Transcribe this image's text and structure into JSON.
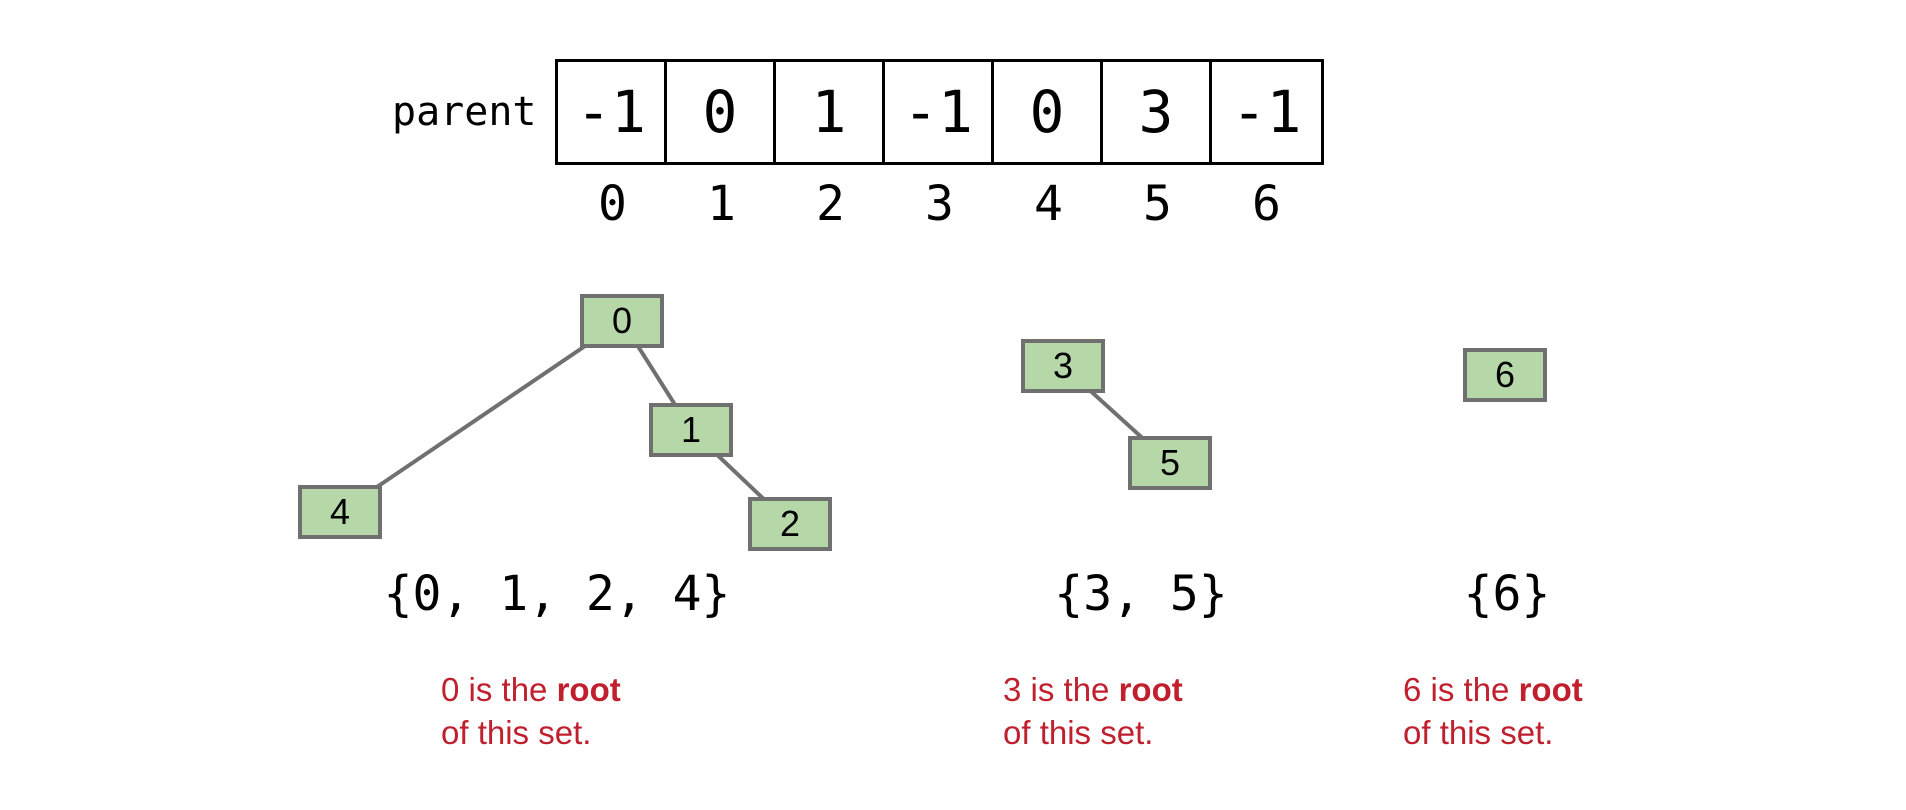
{
  "array": {
    "label": "parent",
    "values": [
      "-1",
      "0",
      "1",
      "-1",
      "0",
      "3",
      "-1"
    ],
    "indices": [
      "0",
      "1",
      "2",
      "3",
      "4",
      "5",
      "6"
    ]
  },
  "forest": {
    "nodes": [
      {
        "label": "0"
      },
      {
        "label": "1"
      },
      {
        "label": "2"
      },
      {
        "label": "3"
      },
      {
        "label": "4"
      },
      {
        "label": "5"
      },
      {
        "label": "6"
      }
    ],
    "edges": [
      [
        "0",
        "4"
      ],
      [
        "0",
        "1"
      ],
      [
        "1",
        "2"
      ],
      [
        "3",
        "5"
      ]
    ]
  },
  "sets": [
    {
      "label": "{0, 1, 2, 4}",
      "caption": {
        "prefix": "0 is the ",
        "bold": "root",
        "line2": "of this set."
      }
    },
    {
      "label": "{3, 5}",
      "caption": {
        "prefix": "3 is the ",
        "bold": "root",
        "line2": "of this set."
      }
    },
    {
      "label": "{6}",
      "caption": {
        "prefix": "6 is the ",
        "bold": "root",
        "line2": "of this set."
      }
    }
  ],
  "colors": {
    "background": "#ffffff",
    "text": "#000000",
    "array_border": "#000000",
    "node_fill": "#b6d7a8",
    "node_border": "#707070",
    "edge_line": "#707070",
    "caption_red": "#c0202e"
  }
}
